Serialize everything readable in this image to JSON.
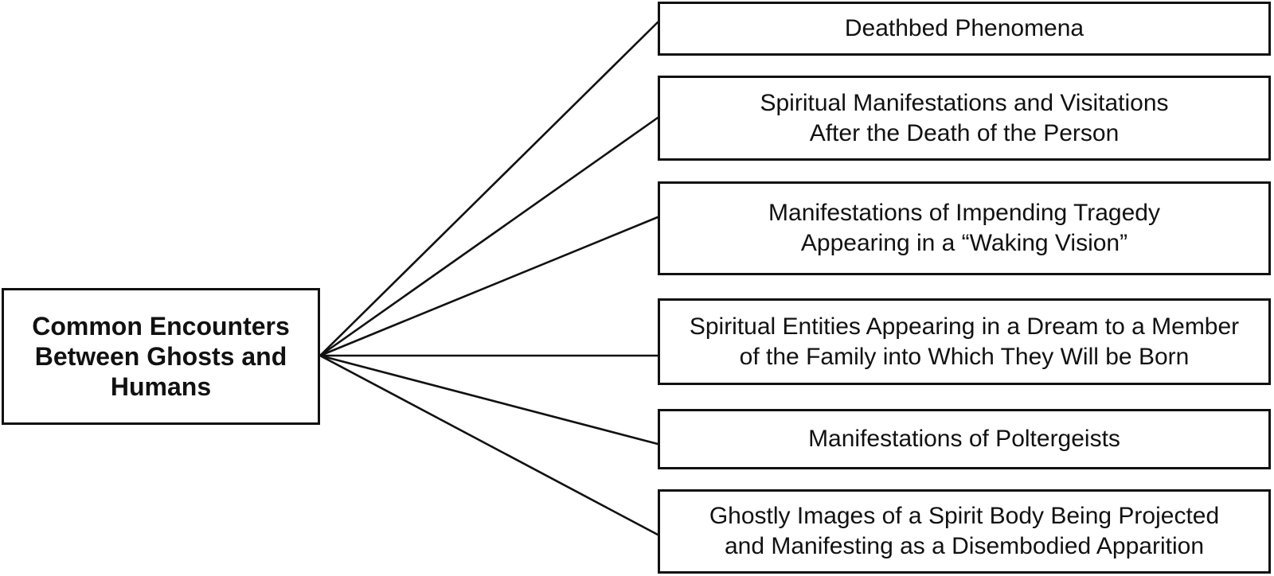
{
  "diagram": {
    "root": {
      "label": "Common Encounters\nBetween Ghosts and\nHumans"
    },
    "branches": [
      {
        "label": "Deathbed Phenomena"
      },
      {
        "label": "Spiritual Manifestations and Visitations\nAfter the Death of the Person"
      },
      {
        "label": "Manifestations of Impending Tragedy\nAppearing in a “Waking Vision”"
      },
      {
        "label": "Spiritual Entities Appearing in a Dream to a Member\nof the Family into Which They Will be Born"
      },
      {
        "label": "Manifestations of Poltergeists"
      },
      {
        "label": "Ghostly Images of a Spirit Body Being Projected\nand Manifesting as a Disembodied Apparition"
      }
    ]
  }
}
